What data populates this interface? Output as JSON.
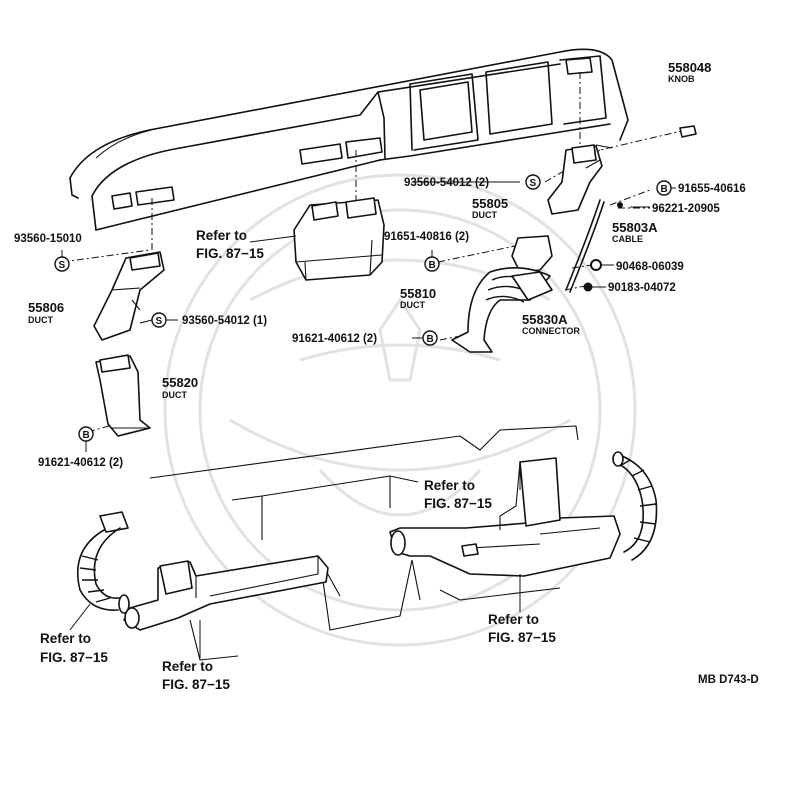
{
  "parts": [
    {
      "id": "p-558048",
      "number": "558048",
      "desc": "KNOB"
    },
    {
      "id": "p-55805",
      "number": "55805",
      "desc": "DUCT"
    },
    {
      "id": "p-55803A",
      "number": "55803A",
      "desc": "CABLE"
    },
    {
      "id": "p-55806",
      "number": "55806",
      "desc": "DUCT"
    },
    {
      "id": "p-55820",
      "number": "55820",
      "desc": "DUCT"
    },
    {
      "id": "p-55810",
      "number": "55810",
      "desc": "DUCT"
    },
    {
      "id": "p-55830A",
      "number": "55830A",
      "desc": "CONNECTOR"
    }
  ],
  "fasteners": [
    {
      "id": "f1",
      "code": "93560-54012 (2)",
      "symbol": "S"
    },
    {
      "id": "f2",
      "code": "93560-15010",
      "symbol": "S"
    },
    {
      "id": "f3",
      "code": "93560-54012 (1)",
      "symbol": "S"
    },
    {
      "id": "f4",
      "code": "91651-40816 (2)",
      "symbol": "B"
    },
    {
      "id": "f5",
      "code": "91621-40612 (2)",
      "symbol": "B"
    },
    {
      "id": "f6",
      "code": "91621-40612 (2)",
      "symbol": "B"
    },
    {
      "id": "f7",
      "code": "91655-40616",
      "symbol": "B"
    },
    {
      "id": "f8",
      "code": "96221-20905",
      "symbol": ""
    },
    {
      "id": "f9",
      "code": "90468-06039",
      "symbol": ""
    },
    {
      "id": "f10",
      "code": "90183-04072",
      "symbol": ""
    }
  ],
  "refs": [
    {
      "id": "r1",
      "line1": "Refer to",
      "line2": "FIG. 87−15"
    },
    {
      "id": "r2",
      "line1": "Refer to",
      "line2": "FIG. 87−15"
    },
    {
      "id": "r3",
      "line1": "Refer to",
      "line2": "FIG. 87−15"
    },
    {
      "id": "r4",
      "line1": "Refer to",
      "line2": "FIG. 87−15"
    },
    {
      "id": "r5",
      "line1": "Refer to",
      "line2": "FIG. 87−15"
    }
  ],
  "diagram_code": "MB D743-D"
}
